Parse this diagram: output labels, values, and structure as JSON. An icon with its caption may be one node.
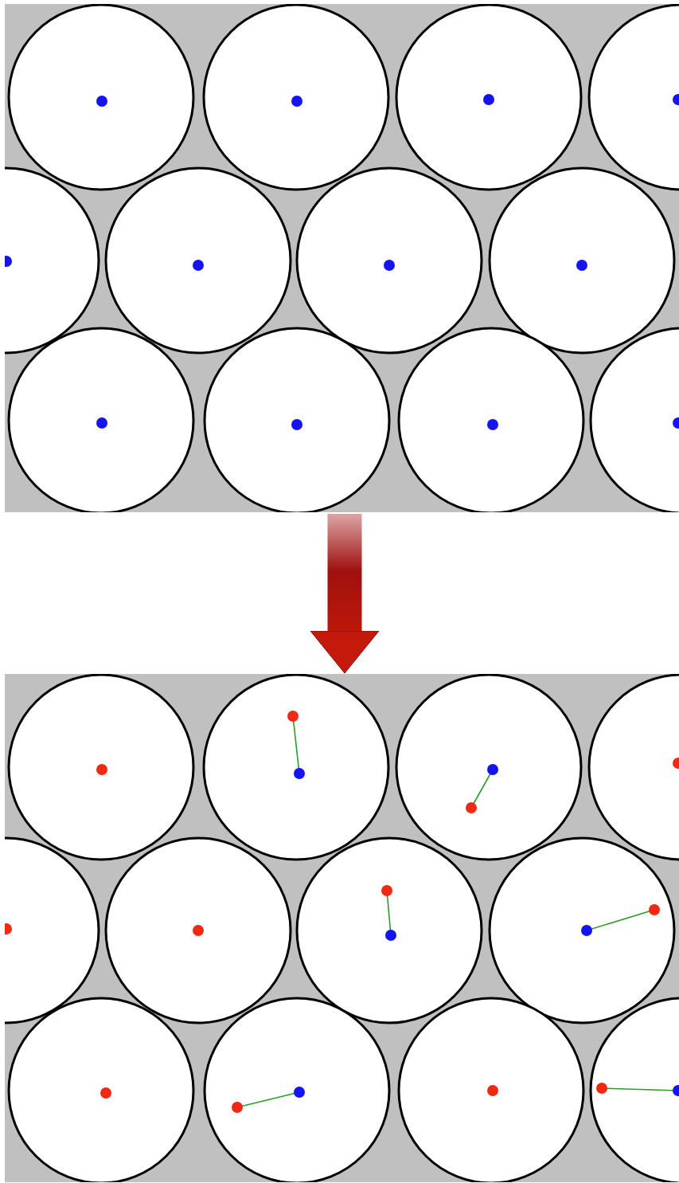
{
  "diagram": {
    "nodes": [
      {
        "text": [],
        "shape": "box"
      },
      {
        "text": [],
        "shape": "box"
      }
    ],
    "edges": [
      {
        "from": 0,
        "to": 1,
        "arrow": "to"
      }
    ]
  }
}
